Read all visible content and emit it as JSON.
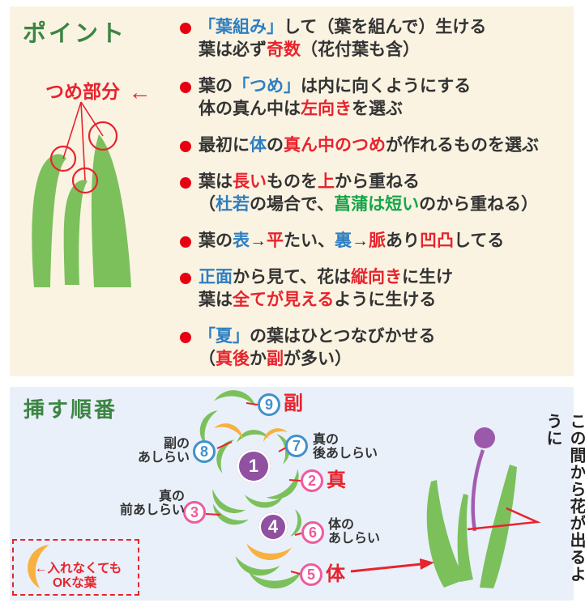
{
  "colors": {
    "cream_bg": "#faf3e2",
    "blue_bg": "#e9f0f9",
    "title_green": "#3d8544",
    "text_black": "#333333",
    "accent_red": "#e8232d",
    "accent_blue": "#2e7fc2",
    "accent_green": "#17a649",
    "leaf_green": "#7cc05c",
    "leaf_orange": "#f8b041",
    "num_purple": "#8f51a0",
    "num_pink": "#f05a9e",
    "num_blue": "#4191cc"
  },
  "points_section": {
    "title": "ポイント",
    "tsume_pointer": {
      "label": "つめ部分",
      "arrow_glyph": "←"
    },
    "bullets": [
      {
        "lines": [
          [
            {
              "t": "「葉組み」",
              "c": "b"
            },
            {
              "t": "して（葉を組んで）生ける",
              "c": "k"
            }
          ],
          [
            {
              "t": "葉は必ず",
              "c": "k"
            },
            {
              "t": "奇数",
              "c": "r"
            },
            {
              "t": "（花付葉も含）",
              "c": "k"
            }
          ]
        ]
      },
      {
        "lines": [
          [
            {
              "t": "葉の",
              "c": "k"
            },
            {
              "t": "「つめ」",
              "c": "b"
            },
            {
              "t": "は内に向くようにする",
              "c": "k"
            }
          ],
          [
            {
              "t": "体の真ん中は",
              "c": "k"
            },
            {
              "t": "左向き",
              "c": "r"
            },
            {
              "t": "を選ぶ",
              "c": "k"
            }
          ]
        ]
      },
      {
        "lines": [
          [
            {
              "t": "最初に",
              "c": "k"
            },
            {
              "t": "体",
              "c": "b"
            },
            {
              "t": "の",
              "c": "k"
            },
            {
              "t": "真ん中のつめ",
              "c": "r"
            },
            {
              "t": "が作れるものを選ぶ",
              "c": "k"
            }
          ]
        ]
      },
      {
        "lines": [
          [
            {
              "t": "葉は",
              "c": "k"
            },
            {
              "t": "長い",
              "c": "r"
            },
            {
              "t": "ものを",
              "c": "k"
            },
            {
              "t": "上",
              "c": "r"
            },
            {
              "t": "から重ねる",
              "c": "k"
            }
          ],
          [
            {
              "t": "（",
              "c": "k"
            },
            {
              "t": "杜若",
              "c": "b"
            },
            {
              "t": "の場合で、",
              "c": "k"
            },
            {
              "t": "菖蒲は短い",
              "c": "g"
            },
            {
              "t": "のから重ねる）",
              "c": "k"
            }
          ]
        ]
      },
      {
        "lines": [
          [
            {
              "t": "葉の",
              "c": "k"
            },
            {
              "t": "表",
              "c": "b"
            },
            {
              "t": "→",
              "c": "k"
            },
            {
              "t": "平",
              "c": "r"
            },
            {
              "t": "たい、",
              "c": "k"
            },
            {
              "t": "裏",
              "c": "b"
            },
            {
              "t": "→",
              "c": "k"
            },
            {
              "t": "脈",
              "c": "r"
            },
            {
              "t": "あり",
              "c": "k"
            },
            {
              "t": "凹凸",
              "c": "r"
            },
            {
              "t": "してる",
              "c": "k"
            }
          ]
        ]
      },
      {
        "lines": [
          [
            {
              "t": "正面",
              "c": "b"
            },
            {
              "t": "から見て、花は",
              "c": "k"
            },
            {
              "t": "縦向き",
              "c": "r"
            },
            {
              "t": "に生け",
              "c": "k"
            }
          ],
          [
            {
              "t": "葉は",
              "c": "k"
            },
            {
              "t": "全てが見える",
              "c": "r"
            },
            {
              "t": "ように生ける",
              "c": "k"
            }
          ]
        ]
      },
      {
        "lines": [
          [
            {
              "t": "「夏」",
              "c": "b"
            },
            {
              "t": "の葉はひとつなびかせる",
              "c": "k"
            }
          ],
          [
            {
              "t": "（",
              "c": "k"
            },
            {
              "t": "真後",
              "c": "r"
            },
            {
              "t": "か",
              "c": "k"
            },
            {
              "t": "副",
              "c": "r"
            },
            {
              "t": "が多い）",
              "c": "k"
            }
          ]
        ]
      }
    ]
  },
  "order_section": {
    "title": "挿す順番",
    "items": [
      {
        "id": "1",
        "num": "①",
        "plain": "1",
        "style": "purple",
        "label": "",
        "label_color": ""
      },
      {
        "id": "2",
        "num": "②",
        "plain": "2",
        "style": "pink",
        "label": "真",
        "label_color": "red"
      },
      {
        "id": "3",
        "num": "③",
        "plain": "3",
        "style": "pink",
        "label": "真の\n前あしらい",
        "label_color": "black"
      },
      {
        "id": "4",
        "num": "④",
        "plain": "4",
        "style": "purple",
        "label": "",
        "label_color": ""
      },
      {
        "id": "5",
        "num": "⑤",
        "plain": "5",
        "style": "pink",
        "label": "体",
        "label_color": "red"
      },
      {
        "id": "6",
        "num": "⑥",
        "plain": "6",
        "style": "pink",
        "label": "体の\nあしらい",
        "label_color": "black"
      },
      {
        "id": "7",
        "num": "⑦",
        "plain": "7",
        "style": "blue",
        "label": "真の\n後あしらい",
        "label_color": "black"
      },
      {
        "id": "8",
        "num": "⑧",
        "plain": "8",
        "style": "blue",
        "label": "副の\nあしらい",
        "label_color": "black"
      },
      {
        "id": "9",
        "num": "⑨",
        "plain": "9",
        "style": "blue",
        "label": "副",
        "label_color": "red"
      }
    ],
    "legend": {
      "arrow_glyph": "←",
      "line1": "入れなくても",
      "line2": "OKな葉"
    },
    "vertical_note": "この間から花が出るように"
  }
}
